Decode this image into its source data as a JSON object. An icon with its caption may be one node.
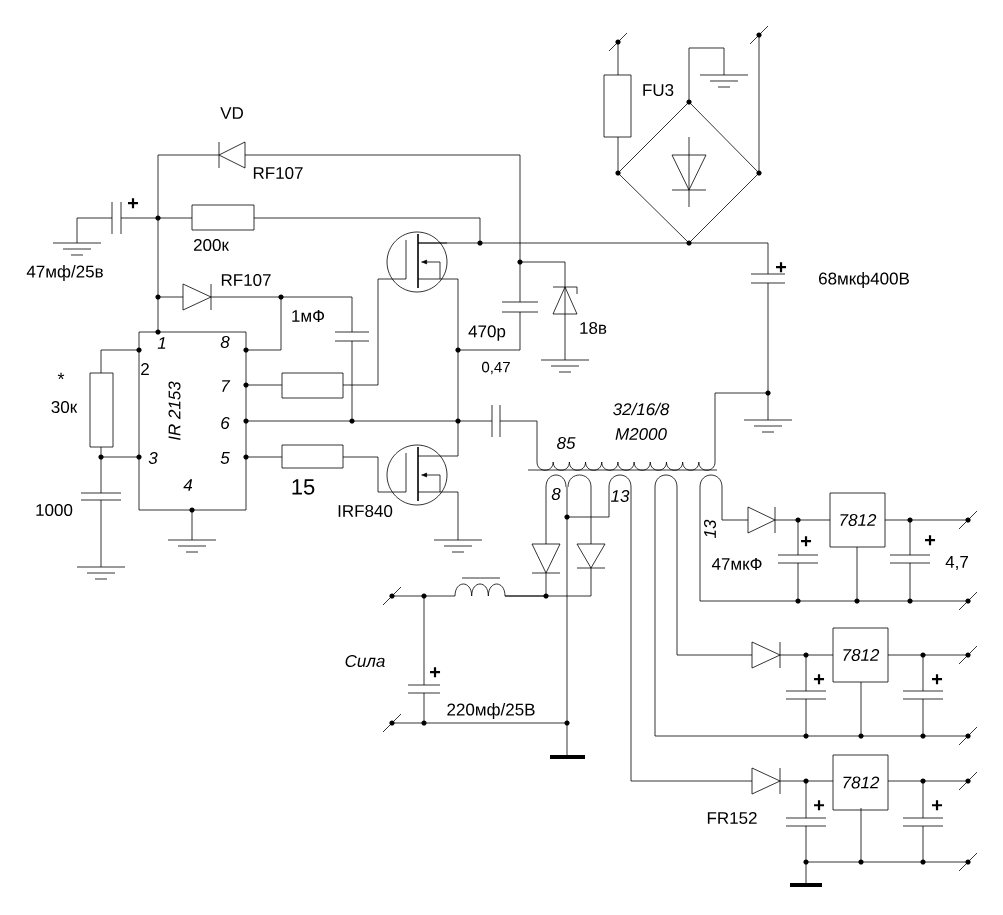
{
  "diagram": {
    "nodes": [
      {
        "text": [
          "IR 2153"
        ]
      },
      {
        "text": [
          "7812"
        ]
      },
      {
        "text": [
          "7812"
        ]
      },
      {
        "text": [
          "7812"
        ]
      }
    ],
    "labels": [
      "VD",
      "RF107",
      "+",
      "47мф/25в",
      "200к",
      "RF107",
      "1мФ",
      "*",
      "30к",
      "1",
      "8",
      "2",
      "7",
      "6",
      "3",
      "5",
      "4",
      "1000",
      "15",
      "IRF840",
      "470р",
      "0,47",
      "18в",
      "FU3",
      "+",
      "68мкф400В",
      "32/16/8",
      "М2000",
      "85",
      "8",
      "13",
      "13",
      "+",
      "47мкФ",
      "+",
      "4,7",
      "Сила",
      "+",
      "220мф/25В",
      "+",
      "+",
      "FR152",
      "+",
      "+"
    ]
  }
}
